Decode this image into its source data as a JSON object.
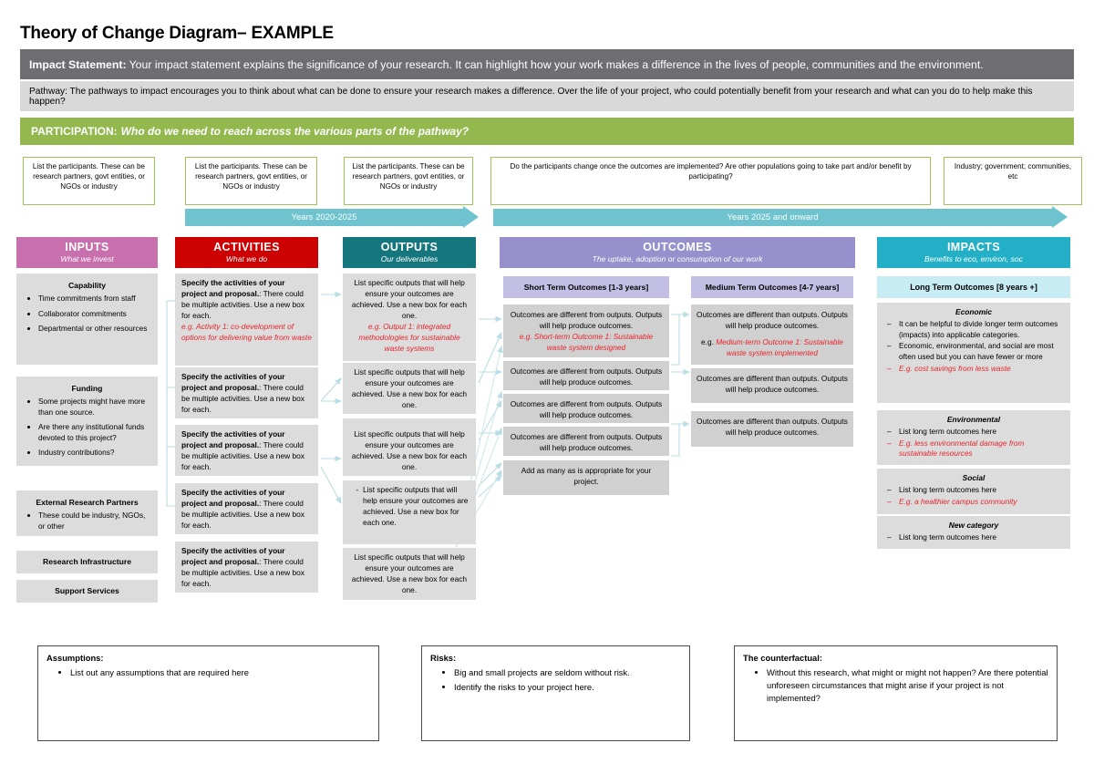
{
  "title": "Theory of Change Diagram– EXAMPLE",
  "banners": {
    "impact_label": "Impact Statement:",
    "impact_text": "Your impact statement explains the significance of your research.  It can highlight how your work makes a difference in the lives of people, communities and the environment.",
    "pathway_text": "Pathway: The pathways to impact encourages you to think about what can be done to ensure your research makes a difference.  Over the life of your project, who could potentially benefit from your research and what can you do to help make this happen?",
    "participation_label": "PARTICIPATION:",
    "participation_question": "Who do we need to reach across the various parts of the pathway?"
  },
  "participants": [
    "List the participants. These can be research partners, govt entities, or NGOs or industry",
    "List the participants. These can be research partners, govt entities, or NGOs or industry",
    "List the participants. These can be research partners, govt entities, or NGOs or industry",
    "Do the participants change once the outcomes are implemented?  Are other populations going to take part and/or benefit by participating?",
    "Industry; government; communities, etc"
  ],
  "timelines": [
    "Years 2020-2025",
    "Years 2025 and onward"
  ],
  "columns": {
    "inputs": {
      "title": "INPUTS",
      "subtitle": "What we invest",
      "color": "#c86fad"
    },
    "activities": {
      "title": "ACTIVITIES",
      "subtitle": "What we do",
      "color": "#cc0000"
    },
    "outputs": {
      "title": "OUTPUTS",
      "subtitle": "Our deliverables",
      "color": "#16767e"
    },
    "outcomes": {
      "title": "OUTCOMES",
      "subtitle": "The uptake, adoption or consumption of our work",
      "color": "#9690cc"
    },
    "impacts": {
      "title": "IMPACTS",
      "subtitle": "Benefits to eco, environ, soc",
      "color": "#23b0c6"
    }
  },
  "inputs_groups": [
    {
      "heading": "Capability",
      "items": [
        "Time commitments from staff",
        "Collaborator commitments",
        "Departmental or other resources"
      ]
    },
    {
      "heading": "Funding",
      "items": [
        "Some projects might have more than one source.",
        "Are there any institutional funds devoted to this project?",
        "Industry contributions?"
      ]
    },
    {
      "heading": "External Research Partners",
      "items": [
        "These could be industry, NGOs, or other"
      ]
    },
    {
      "heading": "Research Infrastructure",
      "items": []
    },
    {
      "heading": "Support Services",
      "items": []
    }
  ],
  "activities": [
    {
      "bold": "Specify the activities of your project and proposal.",
      "rest": ": There could be multiple activities.  Use a new box for each.",
      "example": "e.g.  Activity 1: co-development of options for delivering value from waste"
    },
    {
      "bold": "Specify the activities of your project and proposal.",
      "rest": ": There could be multiple activities.  Use a new box for each.",
      "example": ""
    },
    {
      "bold": "Specify the activities of your project and proposal.",
      "rest": ": There could be multiple activities.  Use a new box for each.",
      "example": ""
    },
    {
      "bold": "Specify the activities of your project and proposal.",
      "rest": ": There could be multiple activities.  Use a new box for each.",
      "example": ""
    },
    {
      "bold": "Specify the activities of your project and proposal.",
      "rest": ": There could be multiple activities.  Use a new box for each.",
      "example": ""
    }
  ],
  "outputs": [
    {
      "text": "List specific outputs that will help ensure your outcomes are achieved.  Use a new box for each one.",
      "example": "e.g. Output 1: integrated methodologies for sustainable waste systems",
      "bulleted": false
    },
    {
      "text": "List specific outputs that will help ensure your outcomes are achieved.  Use a new box for each one.",
      "example": "",
      "bulleted": false
    },
    {
      "text": "List specific outputs that will help ensure your outcomes are achieved.  Use a new box for each one.",
      "example": "",
      "bulleted": false
    },
    {
      "text": "List specific outputs that will help ensure your outcomes are achieved.  Use a new box for each one.",
      "example": "",
      "bulleted": false
    },
    {
      "text": "List specific outputs that will help ensure your outcomes are achieved. Use a new box for each one.",
      "example": "",
      "bulleted": true
    },
    {
      "text": "List specific outputs that will help ensure your outcomes are achieved.  Use a new box for each one.",
      "example": "",
      "bulleted": false
    }
  ],
  "outcomes": {
    "short_heading": "Short Term Outcomes [1-3 years]",
    "medium_heading": "Medium Term Outcomes [4-7 years]",
    "short": [
      {
        "text": "Outcomes are different from outputs. Outputs will help produce outcomes.",
        "example": "e.g. Short-term Outcome 1: Sustainable waste system designed"
      },
      {
        "text": "Outcomes are different from outputs. Outputs will help produce outcomes.",
        "example": ""
      },
      {
        "text": "Outcomes are different from outputs. Outputs will help produce outcomes.",
        "example": ""
      },
      {
        "text": "Outcomes are different from outputs. Outputs will help produce outcomes.",
        "example": ""
      },
      {
        "text": "Add as many as is appropriate for your project.",
        "example": ""
      }
    ],
    "medium": [
      {
        "text": "Outcomes are different than outputs. Outputs will help produce outcomes.",
        "example_prefix": "e.g. ",
        "example": "Medium-term Outcome 1: Sustainable waste system implemented"
      },
      {
        "text": "Outcomes are different than outputs. Outputs will help produce outcomes.",
        "example": ""
      },
      {
        "text": "Outcomes are different than outputs. Outputs will help produce outcomes.",
        "example": ""
      }
    ]
  },
  "impacts": {
    "heading": "Long Term Outcomes [8 years +]",
    "groups": [
      {
        "category": "Economic",
        "items": [
          "It can be helpful to divide longer term outcomes (impacts) into applicable categories.",
          "Economic, environmental, and social are most often used but you can have fewer or more"
        ],
        "example": "E.g. cost savings from less waste"
      },
      {
        "category": "Environmental",
        "items": [
          "List long term outcomes here"
        ],
        "example": "E.g. less environmental damage from sustainable resources"
      },
      {
        "category": "Social",
        "items": [
          "List long term outcomes here"
        ],
        "example": "E.g. a healthier campus community"
      },
      {
        "category": "New category",
        "items": [
          "List long term outcomes here"
        ],
        "example": ""
      }
    ]
  },
  "bottom": {
    "assumptions": {
      "heading": "Assumptions:",
      "items": [
        "List out any assumptions that are required here"
      ]
    },
    "risks": {
      "heading": "Risks:",
      "items": [
        "Big and small projects are seldom without risk.",
        "Identify the risks to your project here."
      ]
    },
    "counterfactual": {
      "heading": "The counterfactual:",
      "items": [
        "Without this research, what might or might not happen?  Are there potential unforeseen circumstances that might arise if your project is not implemented?"
      ]
    }
  },
  "colors": {
    "impact_bar": "#6e6e72",
    "pathway_bar": "#d9d9d9",
    "participation_bar": "#92b84e",
    "timeline_arrow": "#6ec3cf",
    "example_red": "#e8232a",
    "content_box": "#dcdcdc"
  }
}
